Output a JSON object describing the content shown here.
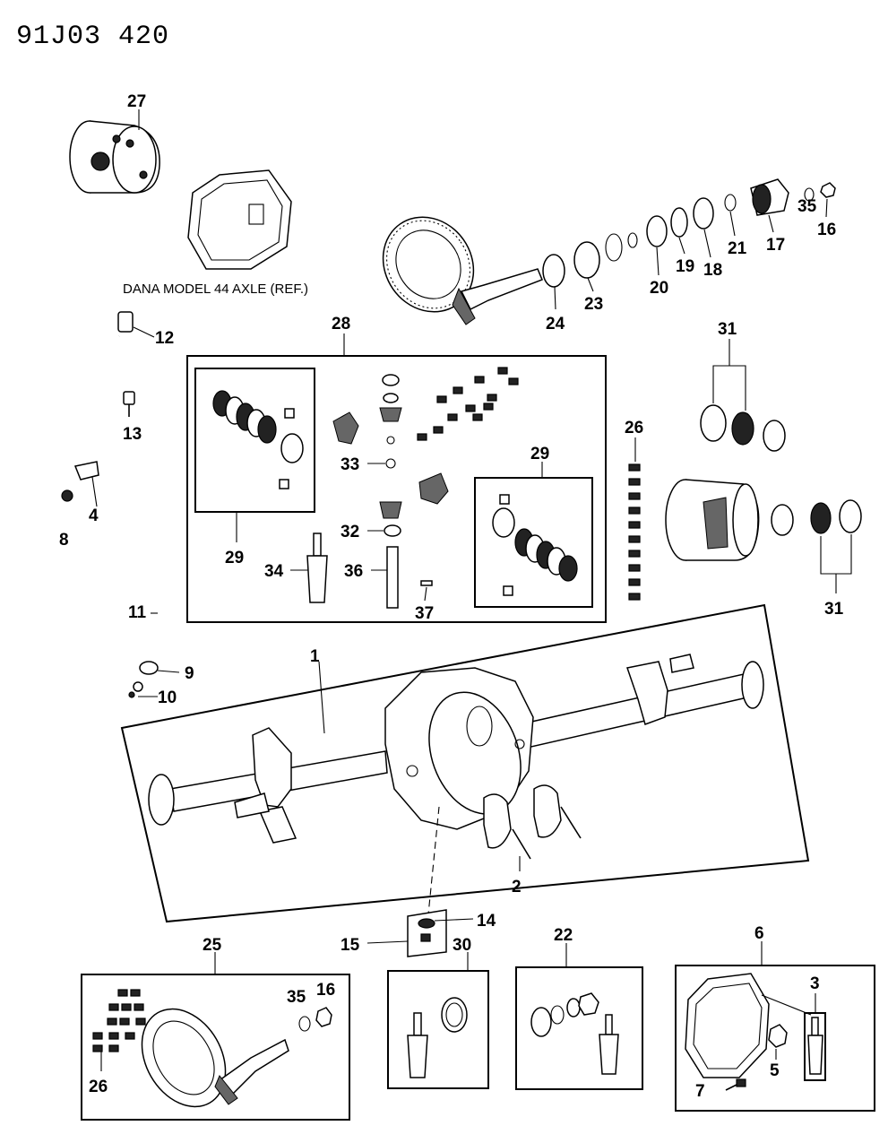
{
  "header": {
    "code": "91J03  420"
  },
  "reference_note": "DANA MODEL 44 AXLE (REF.)",
  "callouts": {
    "c1": "1",
    "c2": "2",
    "c3": "3",
    "c4": "4",
    "c5": "5",
    "c6": "6",
    "c7": "7",
    "c8": "8",
    "c9": "9",
    "c10": "10",
    "c11": "11",
    "c12": "12",
    "c13": "13",
    "c14": "14",
    "c15": "15",
    "c16a": "16",
    "c16b": "16",
    "c17": "17",
    "c18": "18",
    "c19": "19",
    "c20": "20",
    "c21": "21",
    "c22": "22",
    "c23": "23",
    "c24": "24",
    "c25": "25",
    "c26a": "26",
    "c26b": "26",
    "c27": "27",
    "c28": "28",
    "c29a": "29",
    "c29b": "29",
    "c30": "30",
    "c31a": "31",
    "c31b": "31",
    "c32": "32",
    "c33": "33",
    "c34": "34",
    "c35a": "35",
    "c35b": "35",
    "c36": "36",
    "c37": "37"
  }
}
